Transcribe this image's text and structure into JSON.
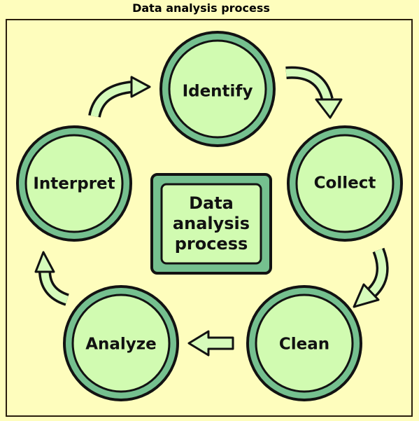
{
  "title": "Data analysis process",
  "center": {
    "lines": [
      "Data",
      "analysis",
      "process"
    ]
  },
  "steps": [
    {
      "label": "Identify"
    },
    {
      "label": "Collect"
    },
    {
      "label": "Clean"
    },
    {
      "label": "Analyze"
    },
    {
      "label": "Interpret"
    }
  ],
  "colors": {
    "background": "#fefdbd",
    "node_fill": "#d1fbb1",
    "node_ring": "#75c08f",
    "outline": "#121212",
    "arrow_fill": "#d6fbbb"
  }
}
